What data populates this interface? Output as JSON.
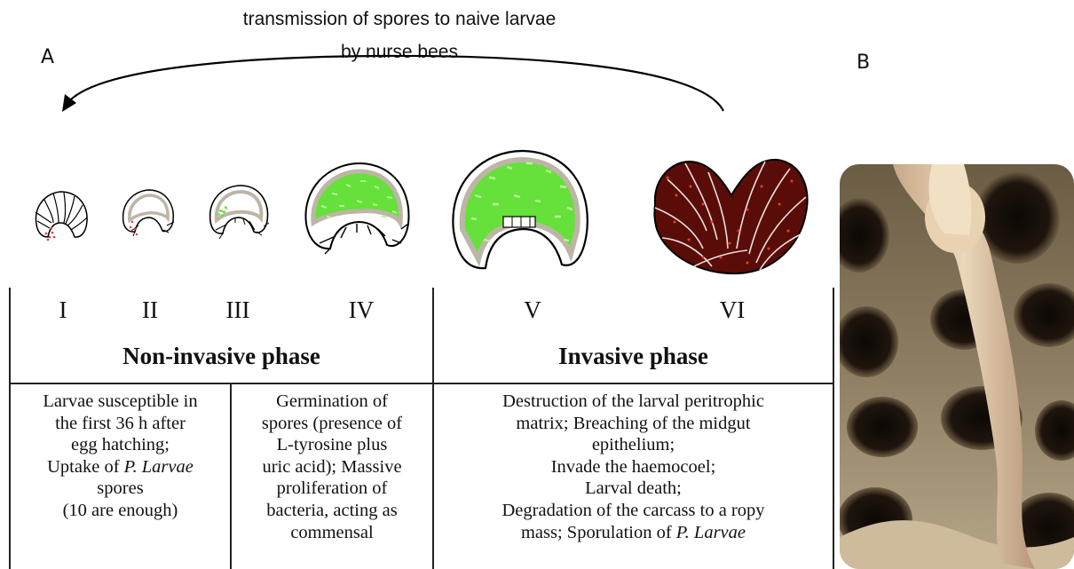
{
  "panel_a": {
    "label": "A"
  },
  "panel_b": {
    "label": "B"
  },
  "arrow": {
    "line1": "transmission of spores to naive larvae",
    "line2": "by nurse bees"
  },
  "stages": [
    "I",
    "II",
    "III",
    "IV",
    "V",
    "VI"
  ],
  "phases": {
    "non_invasive": "Non-invasive phase",
    "invasive": "Invasive phase"
  },
  "descriptions": {
    "col1": [
      "Larvae susceptible in",
      "the first 36 h after",
      "egg hatching;",
      "Uptake of P. Larvae",
      "spores",
      "(10 are enough)"
    ],
    "col2": [
      "Germination of",
      "spores (presence of",
      "L-tyrosine plus",
      "uric acid); Massive",
      "proliferation of",
      "bacteria, acting as",
      "commensal"
    ],
    "col3": [
      "Destruction of the larval peritrophic",
      "matrix; Breaching of the midgut",
      "epithelium;",
      "Invade the haemocoel;",
      "Larval death;",
      "Degradation of the carcass to a ropy",
      "mass; Sporulation of P. Larvae"
    ]
  },
  "colors": {
    "gut_lining": "#bdb6a6",
    "bacteria_green": "#66e03a",
    "spore_red": "#e23a3a",
    "dead_larva": "#5a0d08"
  }
}
